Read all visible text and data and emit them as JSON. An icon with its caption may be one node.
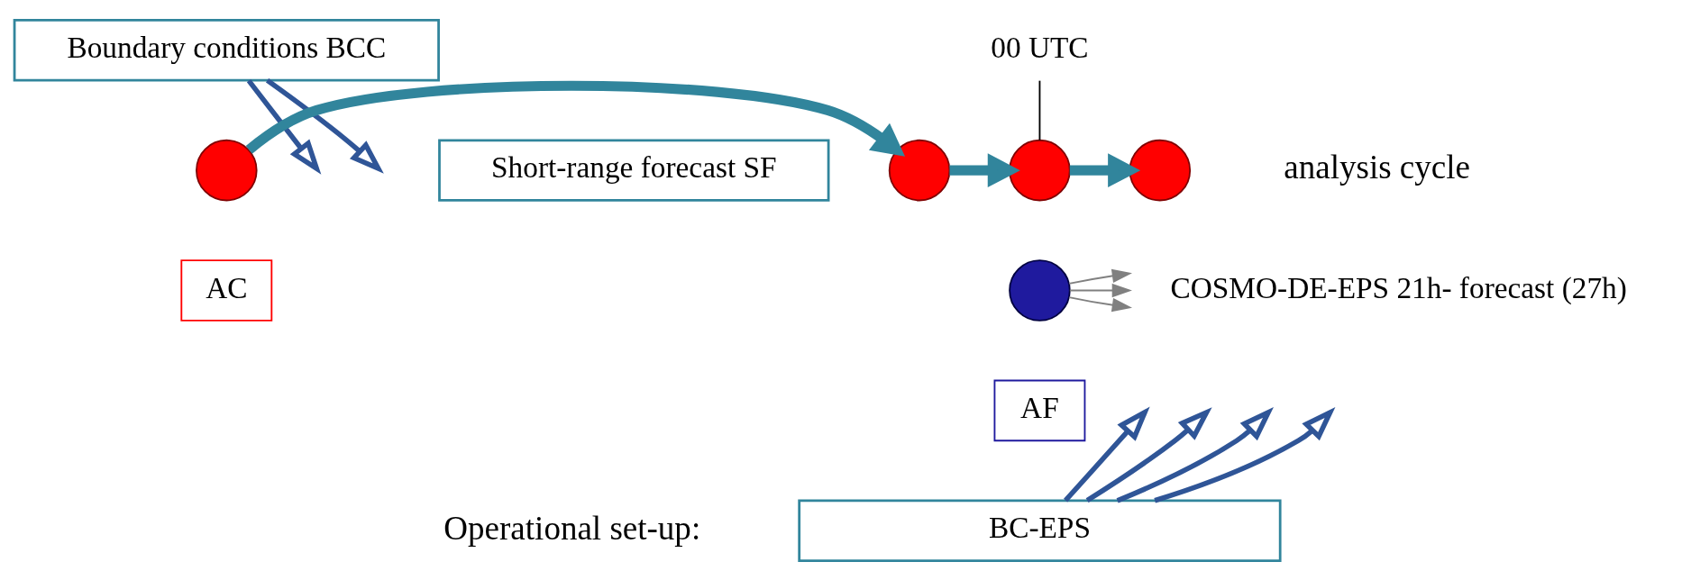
{
  "diagram": {
    "nodes": [
      {
        "text": [
          "Boundary conditions BCC"
        ]
      },
      {
        "text": [
          "00 UTC"
        ]
      },
      {
        "text": [],
        "shape": "circle"
      },
      {
        "text": [
          "Short-range forecast SF"
        ]
      },
      {
        "text": [],
        "shape": "circle"
      },
      {
        "text": [],
        "shape": "circle"
      },
      {
        "text": [],
        "shape": "circle"
      },
      {
        "text": [
          "AC"
        ]
      },
      {
        "text": [],
        "shape": "circle"
      },
      {
        "text": [
          "COSMO-DE-EPS 21h- forecast (27h)"
        ]
      },
      {
        "text": [
          "AF"
        ]
      },
      {
        "text": [
          "BC-EPS"
        ]
      }
    ],
    "edges": [
      {
        "from": 0,
        "to": null,
        "arrow": "to"
      },
      {
        "from": 0,
        "to": null,
        "arrow": "to"
      },
      {
        "from": 2,
        "to": 4,
        "arrow": "to",
        "style": "thick",
        "color": "#31859c"
      },
      {
        "from": 4,
        "to": 5,
        "arrow": "to",
        "style": "thick",
        "color": "#31859c"
      },
      {
        "from": 5,
        "to": 6,
        "arrow": "to",
        "style": "thick",
        "color": "#31859c"
      },
      {
        "from": 1,
        "to": 5,
        "arrow": "none",
        "color": "#000000"
      },
      {
        "from": 8,
        "to": 9,
        "arrow": "to",
        "color": "#808080"
      },
      {
        "from": 8,
        "to": 9,
        "arrow": "to",
        "color": "#808080"
      },
      {
        "from": 8,
        "to": 9,
        "arrow": "to",
        "color": "#808080"
      },
      {
        "from": 11,
        "to": null,
        "arrow": "to"
      },
      {
        "from": 11,
        "to": null,
        "arrow": "to"
      },
      {
        "from": 11,
        "to": null,
        "arrow": "to"
      },
      {
        "from": 11,
        "to": null,
        "arrow": "to"
      }
    ],
    "labels": [
      "analysis cycle",
      "Operational set-up:"
    ]
  }
}
